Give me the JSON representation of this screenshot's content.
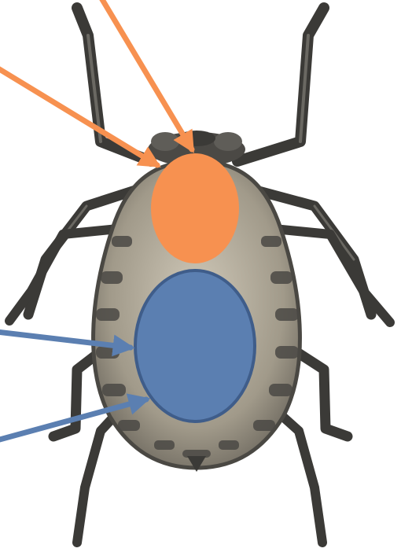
{
  "diagram": {
    "subject": "tick-illustration",
    "colors": {
      "background": "#ffffff",
      "leg": "#3b3a37",
      "leg_light": "#6a6862",
      "body": "#9e9888",
      "body_light": "#c9c2b2",
      "body_outline": "#4a4843",
      "segment": "#4b4945",
      "head_marker": "#f79150",
      "head_arrow": "#f79150",
      "abdomen_marker": "#5b7fb1",
      "abdomen_marker_outline": "#3f5d8a",
      "abdomen_arrow": "#5b7fb1"
    },
    "markers": [
      {
        "name": "head-marker",
        "color": "orange"
      },
      {
        "name": "abdomen-marker",
        "color": "blue"
      }
    ],
    "arrows": [
      {
        "name": "head-arrow-1",
        "color": "orange"
      },
      {
        "name": "head-arrow-2",
        "color": "orange"
      },
      {
        "name": "abdomen-arrow-1",
        "color": "blue"
      },
      {
        "name": "abdomen-arrow-2",
        "color": "blue"
      }
    ]
  }
}
